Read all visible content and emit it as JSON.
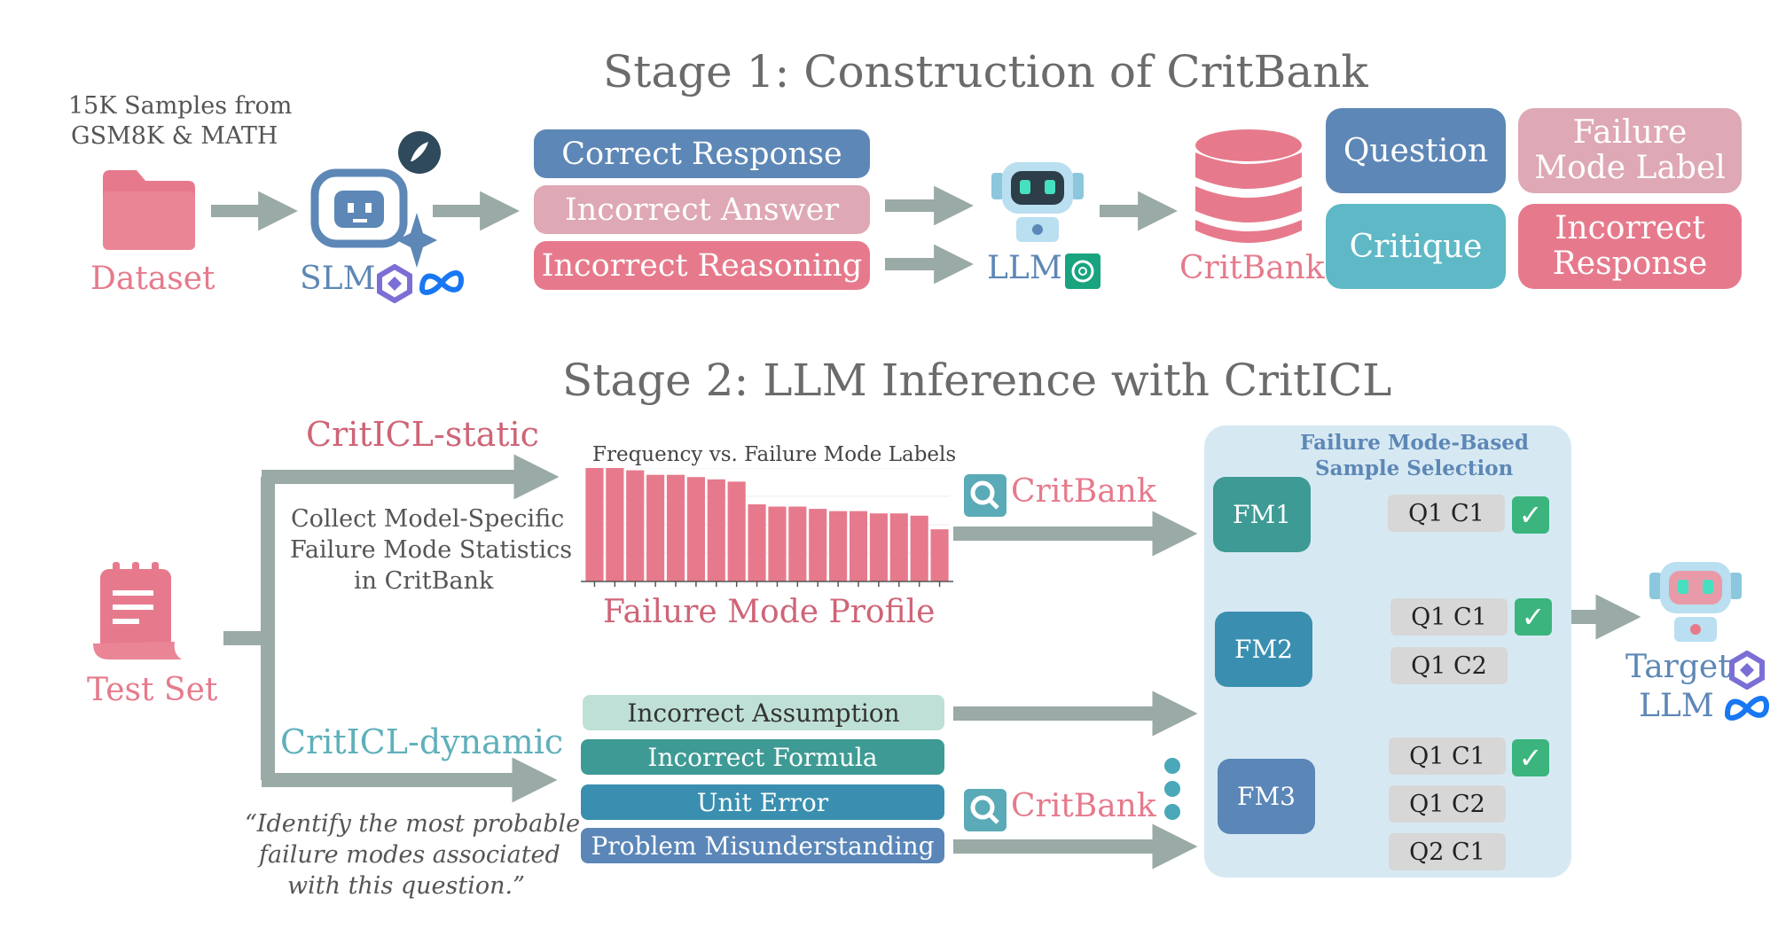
{
  "colors": {
    "pink": "#e67a8c",
    "light_pink": "#dea8b4",
    "blue": "#5d87b6",
    "teal": "#5fb8c6",
    "gray_arrow": "#9aaaa6",
    "title_gray": "#6b6b6b",
    "panel_blue": "#d6e9f3",
    "green_check": "#3bb57d"
  },
  "stage1": {
    "title": "Stage 1: Construction of CritBank",
    "dataset_caption_line1": "15K Samples from",
    "dataset_caption_line2": "GSM8K & MATH",
    "dataset_label": "Dataset",
    "slm_label": "SLM",
    "llm_label": "LLM",
    "critbank_label": "CritBank",
    "responses": [
      "Correct Response",
      "Incorrect Answer",
      "Incorrect Reasoning"
    ],
    "fields": {
      "question": "Question",
      "failure_mode_label": "Failure Mode Label",
      "critique": "Critique",
      "incorrect_response": "Incorrect Response"
    }
  },
  "stage2": {
    "title": "Stage 2: LLM Inference with CritICL",
    "test_set_label": "Test Set",
    "static_label": "CritICL-static",
    "dynamic_label": "CritICL-dynamic",
    "static_desc_line1": "Collect Model-Specific",
    "static_desc_line2": "Failure Mode Statistics",
    "static_desc_line3": "in CritBank",
    "dynamic_quote_line1": "“Identify the most probable",
    "dynamic_quote_line2": "failure modes associated",
    "dynamic_quote_line3": "with this question.”",
    "chart_title": "Frequency vs. Failure Mode Labels",
    "profile_label": "Failure Mode Profile",
    "critbank_search_1": "CritBank",
    "critbank_search_2": "CritBank",
    "failure_modes": [
      "Incorrect Assumption",
      "Incorrect Formula",
      "Unit Error",
      "Problem Misunderstanding"
    ],
    "panel_title_line1": "Failure Mode-Based",
    "panel_title_line2": "Sample Selection",
    "fm_labels": [
      "FM1",
      "FM2",
      "FM3"
    ],
    "fm1_samples": [
      "Q1 C1"
    ],
    "fm2_samples": [
      "Q1 C1",
      "Q1 C2"
    ],
    "fm3_samples": [
      "Q1 C1",
      "Q1 C2",
      "Q2 C1"
    ],
    "check_mark": "✓",
    "target_line1": "Target",
    "target_line2": "LLM"
  },
  "chart_data": {
    "type": "bar",
    "title": "Frequency vs. Failure Mode Labels",
    "xlabel": "",
    "ylabel": "",
    "values": [
      100,
      100,
      98,
      94,
      94,
      92,
      90,
      88,
      68,
      66,
      66,
      64,
      62,
      62,
      60,
      60,
      58,
      46
    ],
    "ylim": [
      0,
      100
    ],
    "grid": true
  }
}
